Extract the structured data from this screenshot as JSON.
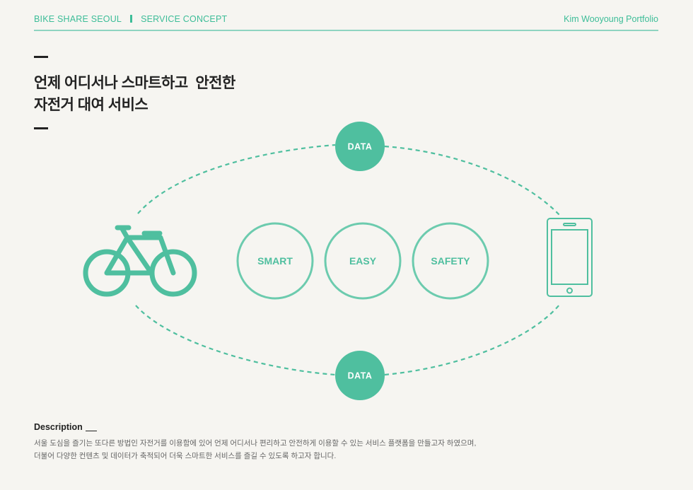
{
  "header": {
    "section": "BIKE SHARE SEOUL",
    "subsection": "SERVICE CONCEPT",
    "author": "Kim Wooyoung Portfolio"
  },
  "title": {
    "line1": "언제 어디서나 스마트하고  안전한",
    "line2": "자전거 대여 서비스"
  },
  "diagram": {
    "top_node": "DATA",
    "bottom_node": "DATA",
    "values": [
      "SMART",
      "EASY",
      "SAFETY"
    ],
    "left_icon": "bicycle-icon",
    "right_icon": "smartphone-icon"
  },
  "colors": {
    "accent": "#4fbf9f",
    "ring": "#6ccbae",
    "text": "#222222",
    "background": "#f6f5f1"
  },
  "description": {
    "heading": "Description",
    "line1": "서울 도심을 즐기는 또다른 방법인 자전거를 이용함에 있어 언제 어디서나 편리하고 안전하게 이용할 수 있는 서비스 플랫폼을 만들고자 하였으며,",
    "line2": "더불어 다양한 컨텐츠 및 데이터가 축적되어  더욱 스마트한 서비스를 즐길 수 있도록 하고자 합니다."
  }
}
